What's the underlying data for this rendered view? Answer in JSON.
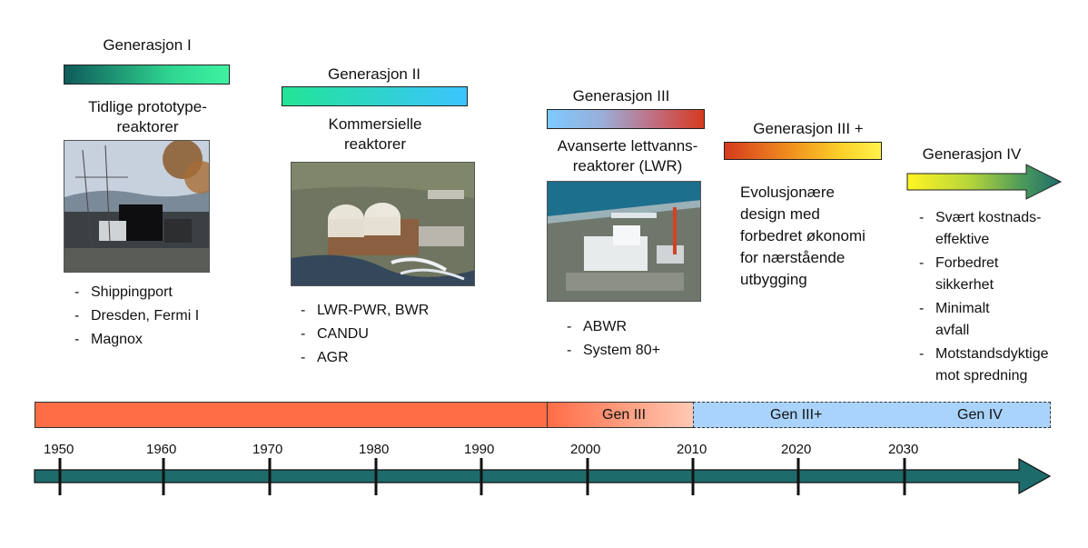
{
  "generations": [
    {
      "title": "Generasjon I",
      "description": [
        "Tidlige prototype-",
        "reaktorer"
      ],
      "items": [
        "Shippingport",
        "Dresden, Fermi I",
        "Magnox"
      ]
    },
    {
      "title": "Generasjon II",
      "description": [
        "Kommersielle",
        "reaktorer"
      ],
      "items": [
        "LWR-PWR, BWR",
        "CANDU",
        "AGR"
      ]
    },
    {
      "title": "Generasjon III",
      "description": [
        "Avanserte lettvanns-",
        "reaktorer (LWR)"
      ],
      "items": [
        "ABWR",
        "System 80+"
      ]
    },
    {
      "title": "Generasjon III +",
      "description": [
        "Evolusjonære",
        "design med",
        "forbedret økonomi",
        "for nærstående",
        "utbygging"
      ],
      "items": []
    },
    {
      "title": "Generasjon IV",
      "description": [],
      "items": [
        [
          "Svært kostnads-",
          "effektive"
        ],
        [
          "Forbedret",
          "sikkerhet"
        ],
        [
          "Minimalt",
          "avfall"
        ],
        [
          "Motstandsdyktige",
          "mot spredning"
        ]
      ]
    }
  ],
  "timeline": {
    "segments": [
      "",
      "Gen III",
      "Gen III+",
      "Gen IV"
    ],
    "years": [
      "1950",
      "1960",
      "1970",
      "1980",
      "1990",
      "2000",
      "2010",
      "2020",
      "2030"
    ]
  },
  "colors": {
    "timeline_arrow": "#1e6b6b",
    "gen1_segment": "#ff6d46",
    "gen3_segment_start": "#ff6d46",
    "gen3_segment_end": "#ffc8b4",
    "future_segment": "#a9d3fb"
  }
}
